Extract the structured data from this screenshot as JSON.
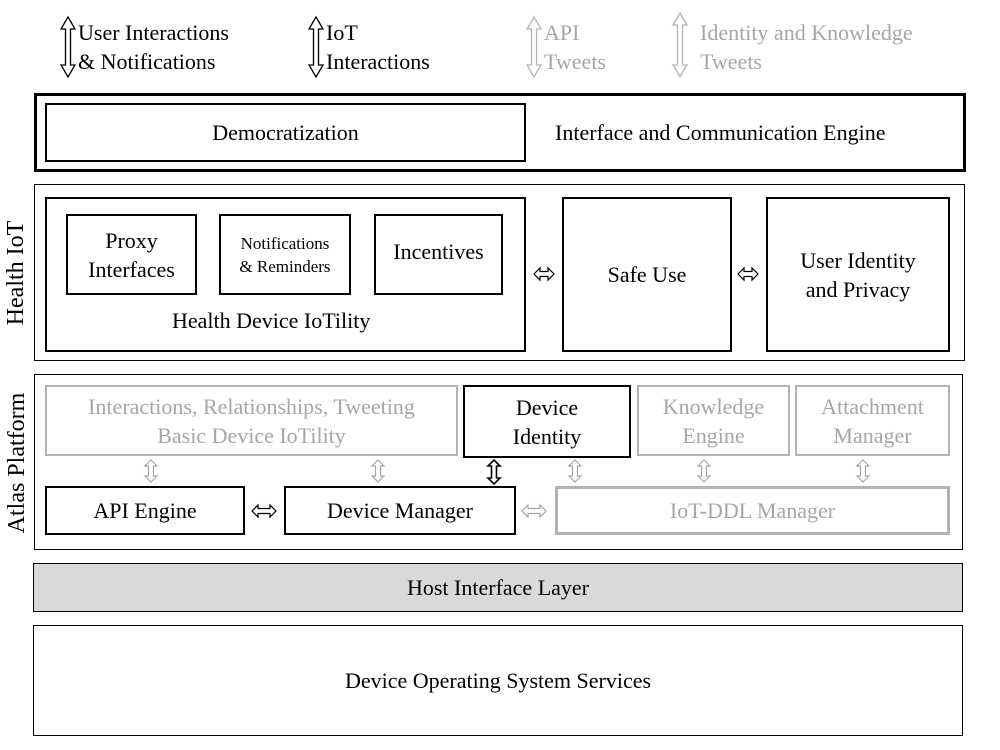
{
  "legend": {
    "user": [
      "User Interactions",
      "& Notifications"
    ],
    "iot": [
      "IoT",
      "Interactions"
    ],
    "api": [
      "API",
      "Tweets"
    ],
    "identity": [
      "Identity and Knowledge",
      "Tweets"
    ]
  },
  "interface_layer": {
    "democratization": "Democratization",
    "engine": "Interface and Communication Engine"
  },
  "health_iot": {
    "side_label": "Health IoT",
    "proxy": [
      "Proxy",
      "Interfaces"
    ],
    "notifications": [
      "Notifications",
      "& Reminders"
    ],
    "incentives": "Incentives",
    "iotility": "Health Device IoTility",
    "safe_use": "Safe Use",
    "user_identity": [
      "User Identity",
      "and Privacy"
    ]
  },
  "atlas": {
    "side_label": "Atlas Platform",
    "interactions": [
      "Interactions, Relationships, Tweeting",
      "Basic Device IoTility"
    ],
    "device_identity": [
      "Device",
      "Identity"
    ],
    "knowledge": [
      "Knowledge",
      "Engine"
    ],
    "attachment": [
      "Attachment",
      "Manager"
    ],
    "api_engine": "API Engine",
    "device_manager": "Device Manager",
    "ddl_manager": "IoT-DDL Manager"
  },
  "host_layer": "Host Interface Layer",
  "os_services": "Device Operating System Services",
  "colors": {
    "black": "#000000",
    "gray": "#a6a6a6",
    "host_fill": "#d9d9d9"
  }
}
